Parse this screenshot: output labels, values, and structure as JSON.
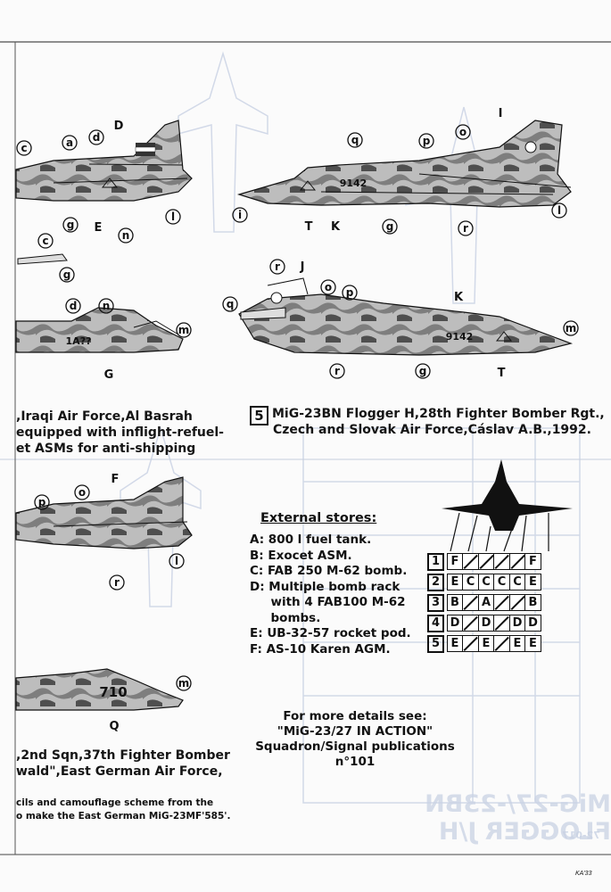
{
  "page": {
    "caption_iraq": {
      "lines": [
        ",Iraqi Air Force,Al Basrah",
        "equipped with inflight-refuel-",
        "et ASMs for anti-shipping"
      ]
    },
    "caption_czech": {
      "number": "5",
      "lines": [
        "MiG-23BN Flogger H,28th Fighter Bomber Rgt.,",
        "Czech and Slovak Air Force,Cáslav A.B.,1992."
      ]
    },
    "caption_east_german": {
      "lines": [
        ",2nd Sqn,37th Fighter Bomber",
        "wald\",East German Air Force,"
      ]
    },
    "footnote_lines": [
      "cils and camouflage scheme from the",
      "o make the East German MiG-23MF'585'."
    ],
    "external_stores": {
      "title": "External stores:",
      "items": [
        "A: 800 l fuel tank.",
        "B: Exocet ASM.",
        "C: FAB 250 M-62 bomb.",
        "D: Multiple bomb rack",
        "     with 4 FAB100 M-62",
        "     bombs.",
        "E: UB-32-57 rocket pod.",
        "F: AS-10 Karen AGM."
      ]
    },
    "loadout_rows": [
      {
        "n": "1",
        "cells": [
          "F",
          "",
          "",
          "",
          "",
          "F"
        ]
      },
      {
        "n": "2",
        "cells": [
          "E",
          "C",
          "C",
          "C",
          "C",
          "E"
        ]
      },
      {
        "n": "3",
        "cells": [
          "B",
          "",
          "A",
          "",
          "",
          "B"
        ]
      },
      {
        "n": "4",
        "cells": [
          "D",
          "",
          "D",
          "",
          "D",
          "D"
        ]
      },
      {
        "n": "5",
        "cells": [
          "E",
          "",
          "E",
          "",
          "E",
          "E"
        ]
      }
    ],
    "more_details": [
      "For more details see:",
      "\"MiG-23/27 IN ACTION\"",
      "Squadron/Signal publications n°101"
    ],
    "callouts": {
      "iraq_top": [
        "D",
        "c",
        "a",
        "d",
        "E",
        "n",
        "g",
        "l",
        "c",
        "g"
      ],
      "iraq_bottom": [
        "d",
        "n",
        "m",
        "G"
      ],
      "czech_top": [
        "I",
        "q",
        "p",
        "o",
        "9142",
        "i",
        "T",
        "K",
        "g",
        "r",
        "l"
      ],
      "czech_bottom": [
        "r",
        "J",
        "o",
        "p",
        "q",
        "K",
        "9142",
        "m",
        "r",
        "g",
        "T"
      ],
      "german_top": [
        "F",
        "o",
        "p",
        "r",
        "l"
      ],
      "german_bottom": [
        "710",
        "m",
        "Q"
      ],
      "iraq_serial": "1A??"
    },
    "ghost_title": "MiG-27/-23BN FLOGGER J/H",
    "ghost_code": "72-017",
    "credit": "KA'33"
  },
  "colors": {
    "ink": "#111111",
    "camo_light": "#c4c4c4",
    "camo_mid": "#8a8a8a",
    "camo_dark": "#4a4a4a",
    "bleed": "#c9d2e4"
  }
}
